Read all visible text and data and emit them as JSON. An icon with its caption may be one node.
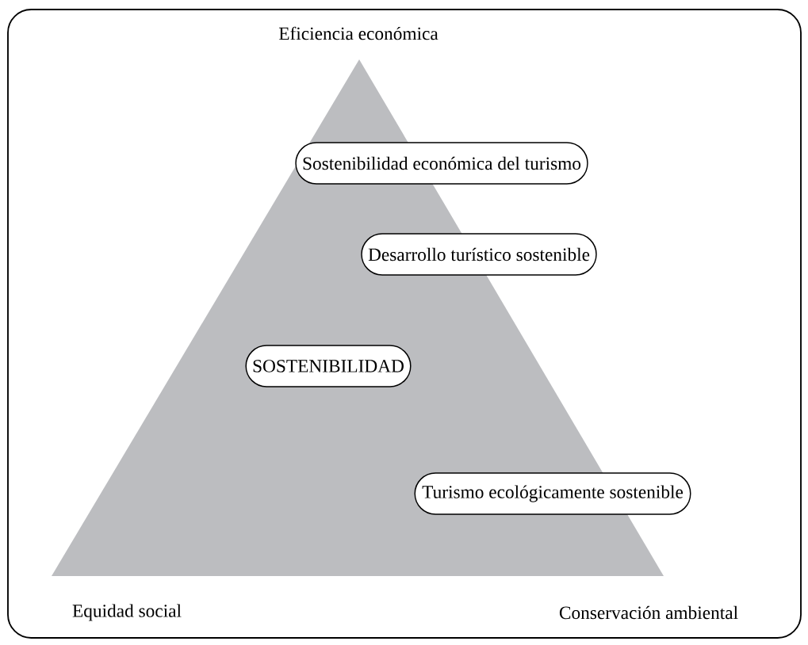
{
  "diagram": {
    "nodes": [
      {
        "text": [
          "Sostenibilidad económica del turismo"
        ]
      },
      {
        "text": [
          "Desarrollo turístico sostenible"
        ]
      },
      {
        "text": [
          "SOSTENIBILIDAD"
        ]
      },
      {
        "text": [
          "Turismo ecológicamente sostenible"
        ]
      }
    ],
    "labels": [
      "Eficiencia económica",
      "Equidad social",
      "Conservación ambiental"
    ]
  }
}
